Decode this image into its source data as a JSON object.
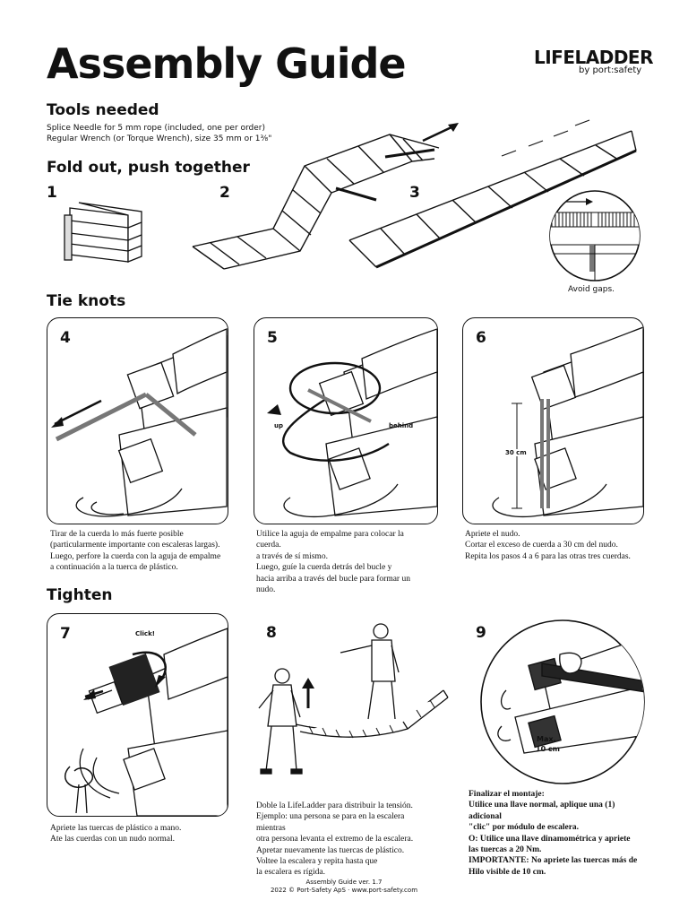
{
  "header": {
    "title": "Assembly Guide",
    "logo": "LIFELADDER",
    "logo_sub": "by port:safety"
  },
  "tools": {
    "heading": "Tools needed",
    "line1": "Splice Needle for 5 mm rope (included, one per order)",
    "line2": "Regular Wrench (or Torque Wrench), size 35 mm or 1⅜\""
  },
  "fold": {
    "heading": "Fold out, push together",
    "step1": "1",
    "step2": "2",
    "step3": "3",
    "avoid_gaps": "Avoid gaps."
  },
  "knots": {
    "heading": "Tie knots",
    "step4": "4",
    "step5": "5",
    "step6": "6",
    "label_up": "up",
    "label_behind": "behind",
    "label_30cm": "30 cm",
    "text4": [
      "Tirar de la cuerda lo más fuerte posible",
      "(particularmente importante con escaleras largas).",
      "Luego, perfore la cuerda con la aguja de empalme",
      " a continuación a la tuerca de plástico."
    ],
    "text5": [
      "Utilice la aguja de empalme para colocar la",
      "cuerda.",
      "a través de sí mismo.",
      "Luego, guíe la cuerda detrás del bucle y",
      "hacia arriba a través del bucle para formar un",
      "nudo."
    ],
    "text6": [
      "Apriete el nudo.",
      "Cortar el exceso de cuerda a 30 cm del nudo.",
      "Repita los pasos 4 a 6 para las otras tres cuerdas."
    ]
  },
  "tighten": {
    "heading": "Tighten",
    "step7": "7",
    "step8": "8",
    "step9": "9",
    "label_click": "Click!",
    "label_max": "Max.",
    "label_10cm": "10 cm",
    "text7": [
      "Apriete las tuercas de plástico a mano.",
      "Ate las cuerdas con un nudo normal."
    ],
    "text8": [
      "Doble la LifeLadder para distribuir la tensión.",
      "Ejemplo: una persona se para en la escalera",
      "mientras",
      "otra persona levanta el extremo de la escalera.",
      "Apretar nuevamente las tuercas de plástico.",
      "Voltee la escalera y repita hasta que",
      "la escalera es rígida."
    ],
    "text9": [
      "Finalizar el montaje:",
      "Utilice una llave normal, aplique una (1)",
      "adicional",
      "\"clic\" por módulo de escalera.",
      "O: Utilice una llave dinamométrica y apriete",
      "las tuercas a 20 Nm.",
      "IMPORTANTE: No apriete las tuercas más de",
      "Hilo visible de 10 cm."
    ]
  },
  "footer": {
    "line1": "Assembly Guide ver. 1.7",
    "line2": "2022 © Port-Safety ApS · www.port-safety.com"
  }
}
